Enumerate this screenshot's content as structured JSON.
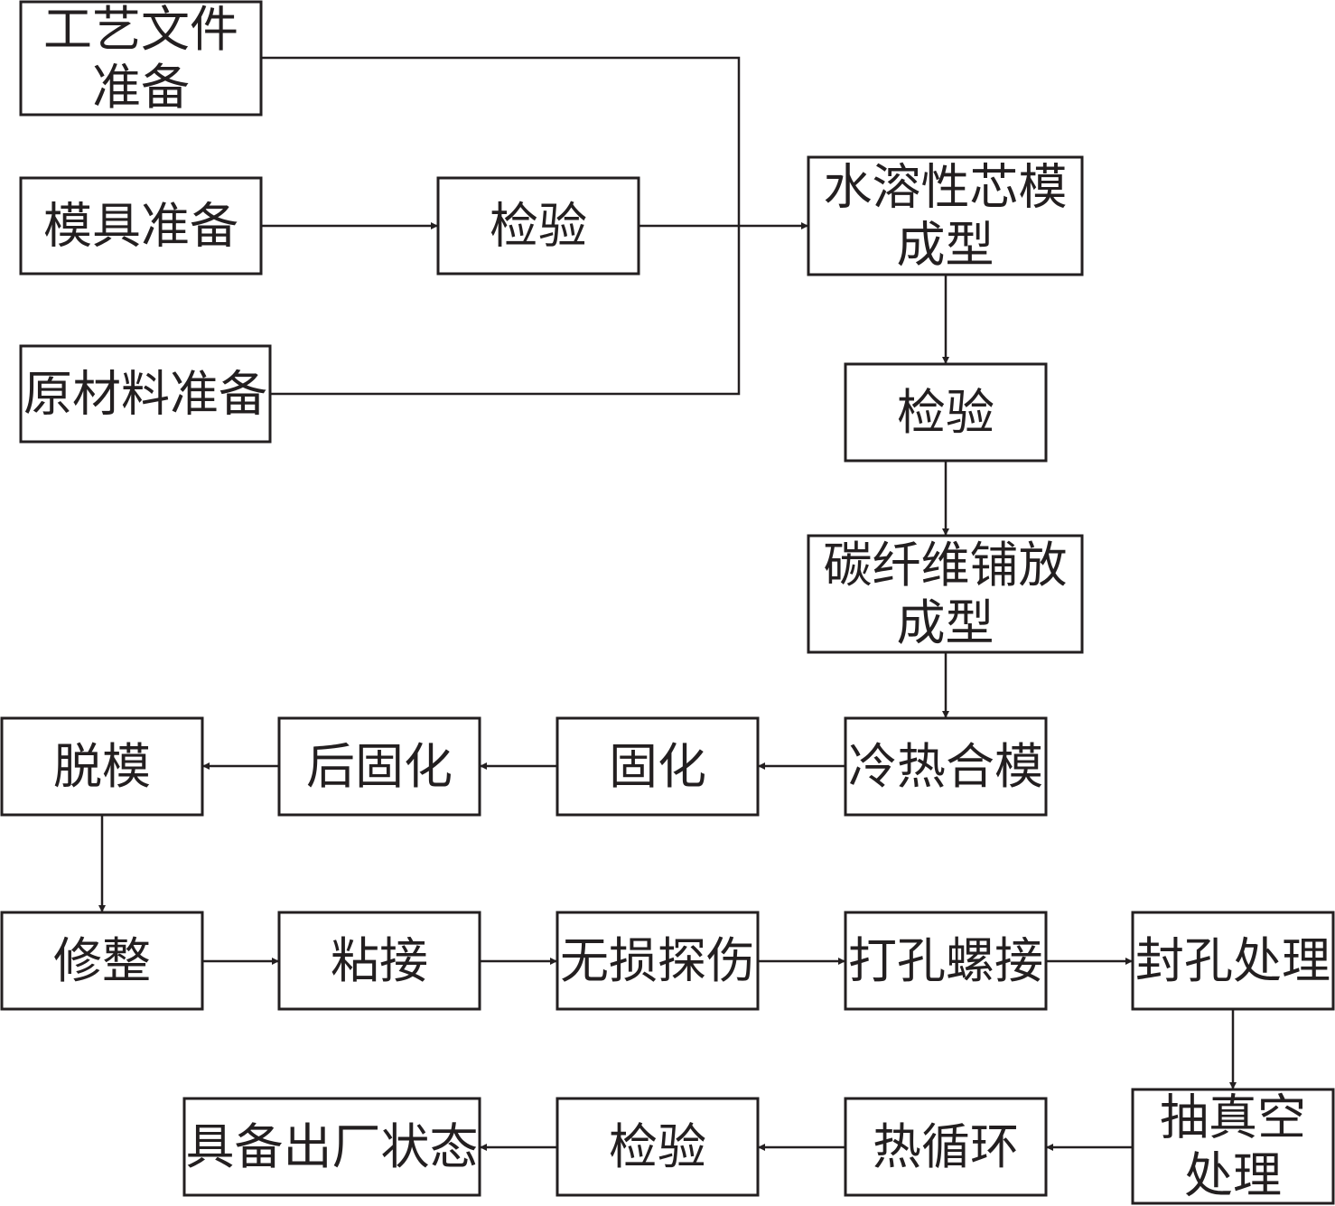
{
  "nodes": {
    "process_docs": {
      "lines": [
        "工艺文件",
        "准备"
      ]
    },
    "mold_prep": {
      "lines": [
        "模具准备"
      ]
    },
    "inspect_mold": {
      "lines": [
        "检验"
      ]
    },
    "raw_material": {
      "lines": [
        "原材料准备"
      ]
    },
    "core_forming": {
      "lines": [
        "水溶性芯模",
        "成型"
      ]
    },
    "inspect_core": {
      "lines": [
        "检验"
      ]
    },
    "carbon_layup": {
      "lines": [
        "碳纤维铺放",
        "成型"
      ]
    },
    "hot_cold_close": {
      "lines": [
        "冷热合模"
      ]
    },
    "curing": {
      "lines": [
        "固化"
      ]
    },
    "post_curing": {
      "lines": [
        "后固化"
      ]
    },
    "demolding": {
      "lines": [
        "脱模"
      ]
    },
    "trimming": {
      "lines": [
        "修整"
      ]
    },
    "bonding": {
      "lines": [
        "粘接"
      ]
    },
    "ndt": {
      "lines": [
        "无损探伤"
      ]
    },
    "drilling": {
      "lines": [
        "打孔螺接"
      ]
    },
    "sealing": {
      "lines": [
        "封孔处理"
      ]
    },
    "vacuum": {
      "lines": [
        "抽真空",
        "处理"
      ]
    },
    "thermal_cycle": {
      "lines": [
        "热循环"
      ]
    },
    "inspect_final": {
      "lines": [
        "检验"
      ]
    },
    "ready": {
      "lines": [
        "具备出厂状态"
      ]
    }
  },
  "edges": [
    {
      "from": "process_docs",
      "to": "core_forming"
    },
    {
      "from": "mold_prep",
      "to": "inspect_mold"
    },
    {
      "from": "inspect_mold",
      "to": "core_forming"
    },
    {
      "from": "raw_material",
      "to": "core_forming"
    },
    {
      "from": "core_forming",
      "to": "inspect_core"
    },
    {
      "from": "inspect_core",
      "to": "carbon_layup"
    },
    {
      "from": "carbon_layup",
      "to": "hot_cold_close"
    },
    {
      "from": "hot_cold_close",
      "to": "curing"
    },
    {
      "from": "curing",
      "to": "post_curing"
    },
    {
      "from": "post_curing",
      "to": "demolding"
    },
    {
      "from": "demolding",
      "to": "trimming"
    },
    {
      "from": "trimming",
      "to": "bonding"
    },
    {
      "from": "bonding",
      "to": "ndt"
    },
    {
      "from": "ndt",
      "to": "drilling"
    },
    {
      "from": "drilling",
      "to": "sealing"
    },
    {
      "from": "sealing",
      "to": "vacuum"
    },
    {
      "from": "vacuum",
      "to": "thermal_cycle"
    },
    {
      "from": "thermal_cycle",
      "to": "inspect_final"
    },
    {
      "from": "inspect_final",
      "to": "ready"
    }
  ]
}
